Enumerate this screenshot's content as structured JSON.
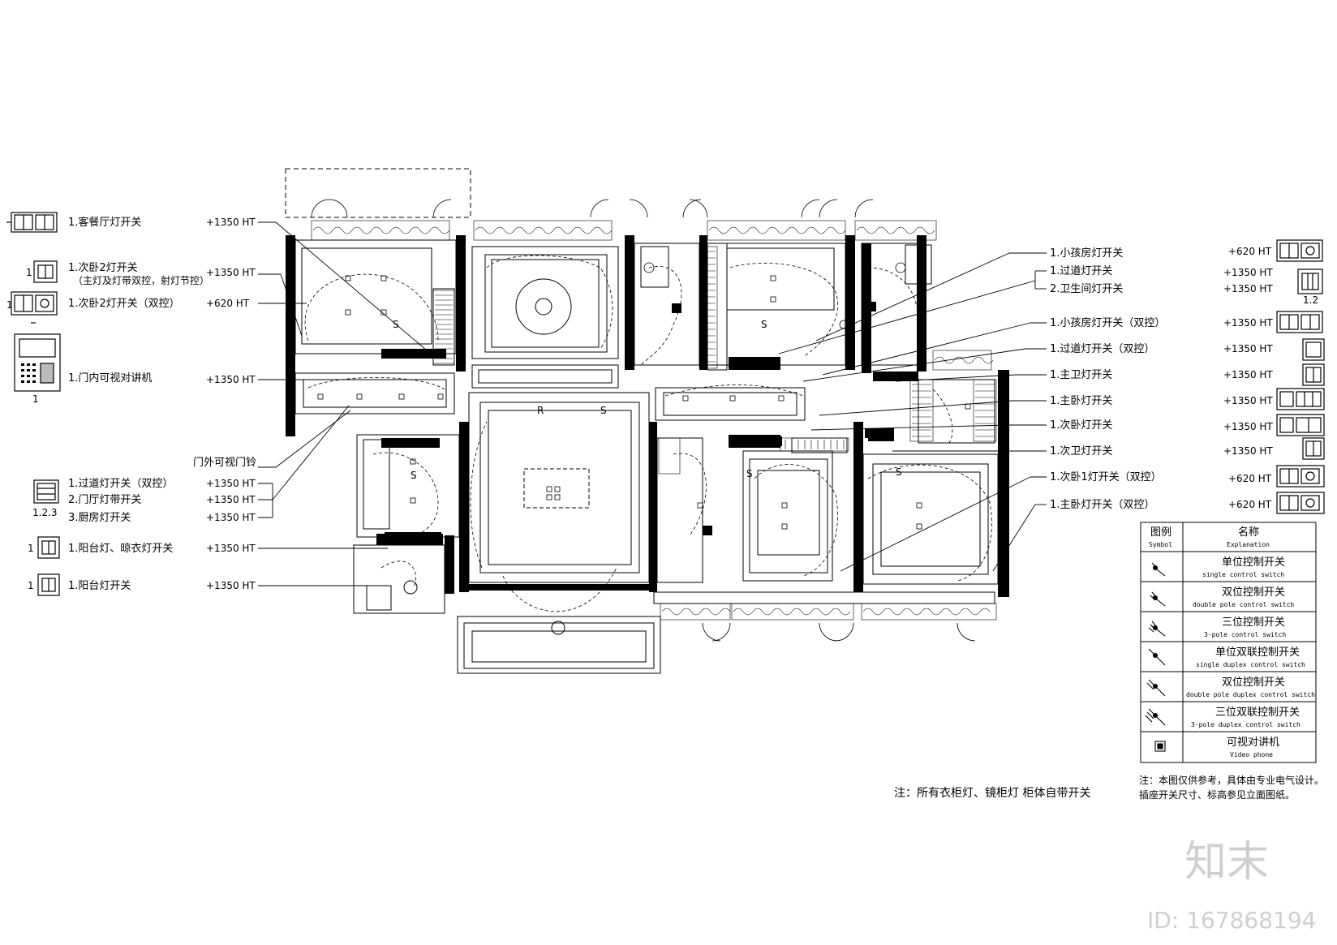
{
  "left_labels": {
    "l1": "1.客餐厅灯开关",
    "l2a": "1.次卧2灯开关",
    "l2b": "（主灯及灯带双控，射灯节控）",
    "l3": "1.次卧2灯开关（双控）",
    "l4": "1.门内可视对讲机",
    "l5": "门外可视门铃",
    "l6a": "1.过道灯开关（双控）",
    "l6b": "2.门厅灯带开关",
    "l6c": "3.厨房灯开关",
    "l7": "1.阳台灯、晾衣灯开关",
    "l8": "1.阳台灯开关"
  },
  "left_heights": {
    "h1": "+1350 HT",
    "h2": "+1350 HT",
    "h3": "+620 HT",
    "h4": "+1350 HT",
    "h5a": "+1350 HT",
    "h5b": "+1350 HT",
    "h5c": "+1350 HT",
    "h6": "+1350 HT",
    "h7": "+1350 HT"
  },
  "left_nums": {
    "n1": "1",
    "n2": "1",
    "n3": "1",
    "n4": "1.2.3",
    "n5": "1",
    "n6": "1"
  },
  "right_labels": {
    "r1": "1.小孩房灯开关",
    "r2a": "1.过道灯开关",
    "r2b": "2.卫生间灯开关",
    "r3": "1.小孩房灯开关（双控）",
    "r4": "1.过道灯开关（双控）",
    "r5": "1.主卫灯开关",
    "r6": "1.主卧灯开关",
    "r7": "1.次卧灯开关",
    "r8": "1.次卫灯开关",
    "r9": "1.次卧1灯开关（双控）",
    "r10": "1.主卧灯开关（双控）"
  },
  "right_heights": {
    "h1": "+620 HT",
    "h2a": "+1350 HT",
    "h2b": "+1350 HT",
    "h3": "+1350 HT",
    "h4": "+1350 HT",
    "h5": "+1350 HT",
    "h6": "+1350 HT",
    "h7": "+1350 HT",
    "h8": "+1350 HT",
    "h9": "+620 HT",
    "h10": "+620 HT",
    "sub": "1.2"
  },
  "legend": {
    "head_symbol": "图例",
    "head_symbol_en": "Symbol",
    "head_name": "名称",
    "head_name_en": "Explanation",
    "rows": [
      {
        "cn": "单位控制开关",
        "en": "single control switch"
      },
      {
        "cn": "双位控制开关",
        "en": "double pole control switch"
      },
      {
        "cn": "三位控制开关",
        "en": "3-pole control switch"
      },
      {
        "cn": "单位双联控制开关",
        "en": "single duplex control switch"
      },
      {
        "cn": "双位控制开关",
        "en": "double pole duplex control switch"
      },
      {
        "cn": "三位双联控制开关",
        "en": "3-pole duplex control switch"
      },
      {
        "cn": "可视对讲机",
        "en": "Video phone"
      }
    ]
  },
  "notes": {
    "note1": "注：所有衣柜灯、镜柜灯 柜体自带开关",
    "note2a": "注：本图仅供参考，具体由专业电气设计。",
    "note2b": "插座开关尺寸、标高参见立面图纸。"
  },
  "plan_marks": {
    "s": "S",
    "r": "R"
  },
  "watermark": {
    "brand": "知末",
    "id": "ID: 167868194"
  }
}
